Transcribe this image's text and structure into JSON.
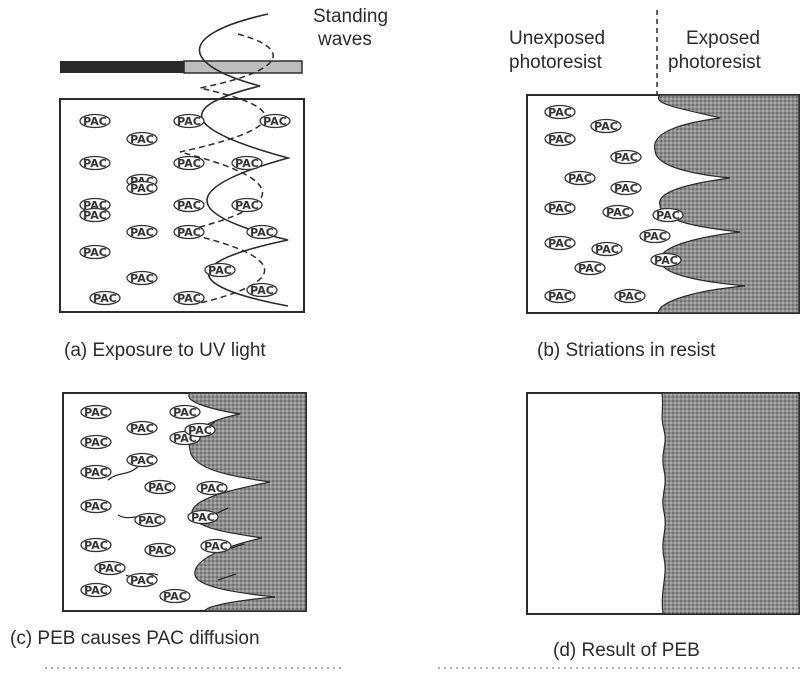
{
  "annotations": {
    "standing_waves": [
      "Standing",
      "waves"
    ],
    "unexposed": [
      "Unexposed",
      "photoresist"
    ],
    "exposed": [
      "Exposed",
      "photoresist"
    ]
  },
  "molecule_label": "PAC",
  "captions": {
    "a": "(a)  Exposure to UV light",
    "b": "(b)  Striations in resist",
    "c": "(c)  PEB causes PAC diffusion",
    "d": "(d)  Result of PEB"
  },
  "colors": {
    "ink": "#2b2b2b",
    "exposed_fill": "#8e8e8e",
    "mask": "#2a2a2a"
  }
}
